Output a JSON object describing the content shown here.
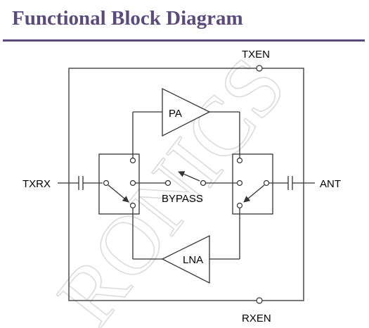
{
  "header": {
    "title": "Functional Block Diagram"
  },
  "watermark": {
    "text": "RONICS",
    "tilt": "diagonal",
    "color": "#dcdcdc"
  },
  "colors": {
    "title": "#5b4a7c",
    "lines": "#333333"
  },
  "labels": {
    "txen": "TXEN",
    "rxen": "RXEN",
    "txrx": "TXRX",
    "ant": "ANT",
    "pa": "PA",
    "lna": "LNA",
    "bypass": "BYPASS"
  }
}
